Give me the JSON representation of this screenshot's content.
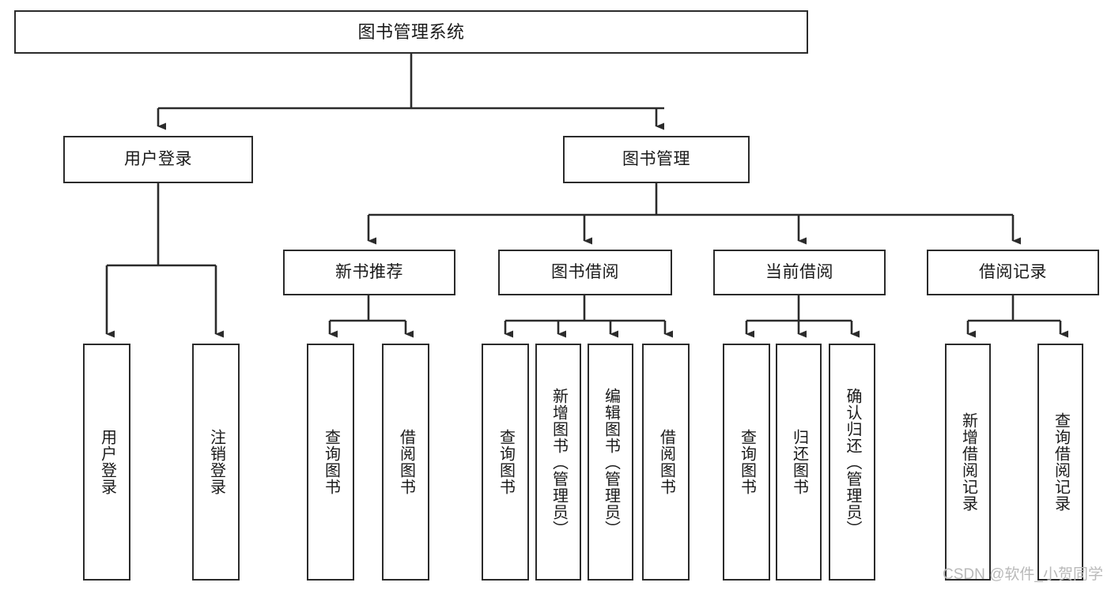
{
  "diagram": {
    "title": "图书管理系统",
    "watermark": "CSDN @软件_小贺同学",
    "colors": {
      "box_border": "#2b2b2b",
      "box_fill": "#ffffff",
      "edge": "#2b2b2b",
      "text": "#1a1a1a",
      "watermark": "#b9b9b9",
      "background": "#ffffff"
    },
    "nodes": {
      "root": {
        "label": "图书管理系统"
      },
      "level2": [
        {
          "id": "user-login",
          "label": "用户登录"
        },
        {
          "id": "book-manage",
          "label": "图书管理"
        }
      ],
      "level3": [
        {
          "id": "new-book-recommend",
          "label": "新书推荐"
        },
        {
          "id": "book-borrow",
          "label": "图书借阅"
        },
        {
          "id": "current-borrow",
          "label": "当前借阅"
        },
        {
          "id": "borrow-record",
          "label": "借阅记录"
        }
      ],
      "leaves": {
        "user-login": [
          {
            "id": "leaf-user-login",
            "label": "用户登录"
          },
          {
            "id": "leaf-logout-login",
            "label": "注销登录"
          }
        ],
        "new-book-recommend": [
          {
            "id": "leaf-query-book-1",
            "label": "查询图书"
          },
          {
            "id": "leaf-borrow-book-1",
            "label": "借阅图书"
          }
        ],
        "book-borrow": [
          {
            "id": "leaf-query-book-2",
            "label": "查询图书"
          },
          {
            "id": "leaf-add-book",
            "label": "新增图书（管理员）"
          },
          {
            "id": "leaf-edit-book",
            "label": "编辑图书（管理员）"
          },
          {
            "id": "leaf-borrow-book-2",
            "label": "借阅图书"
          }
        ],
        "current-borrow": [
          {
            "id": "leaf-query-book-3",
            "label": "查询图书"
          },
          {
            "id": "leaf-return-book",
            "label": "归还图书"
          },
          {
            "id": "leaf-confirm-return",
            "label": "确认归还（管理员）"
          }
        ],
        "borrow-record": [
          {
            "id": "leaf-add-record",
            "label": "新增借阅记录"
          },
          {
            "id": "leaf-query-record",
            "label": "查询借阅记录"
          }
        ]
      }
    }
  }
}
